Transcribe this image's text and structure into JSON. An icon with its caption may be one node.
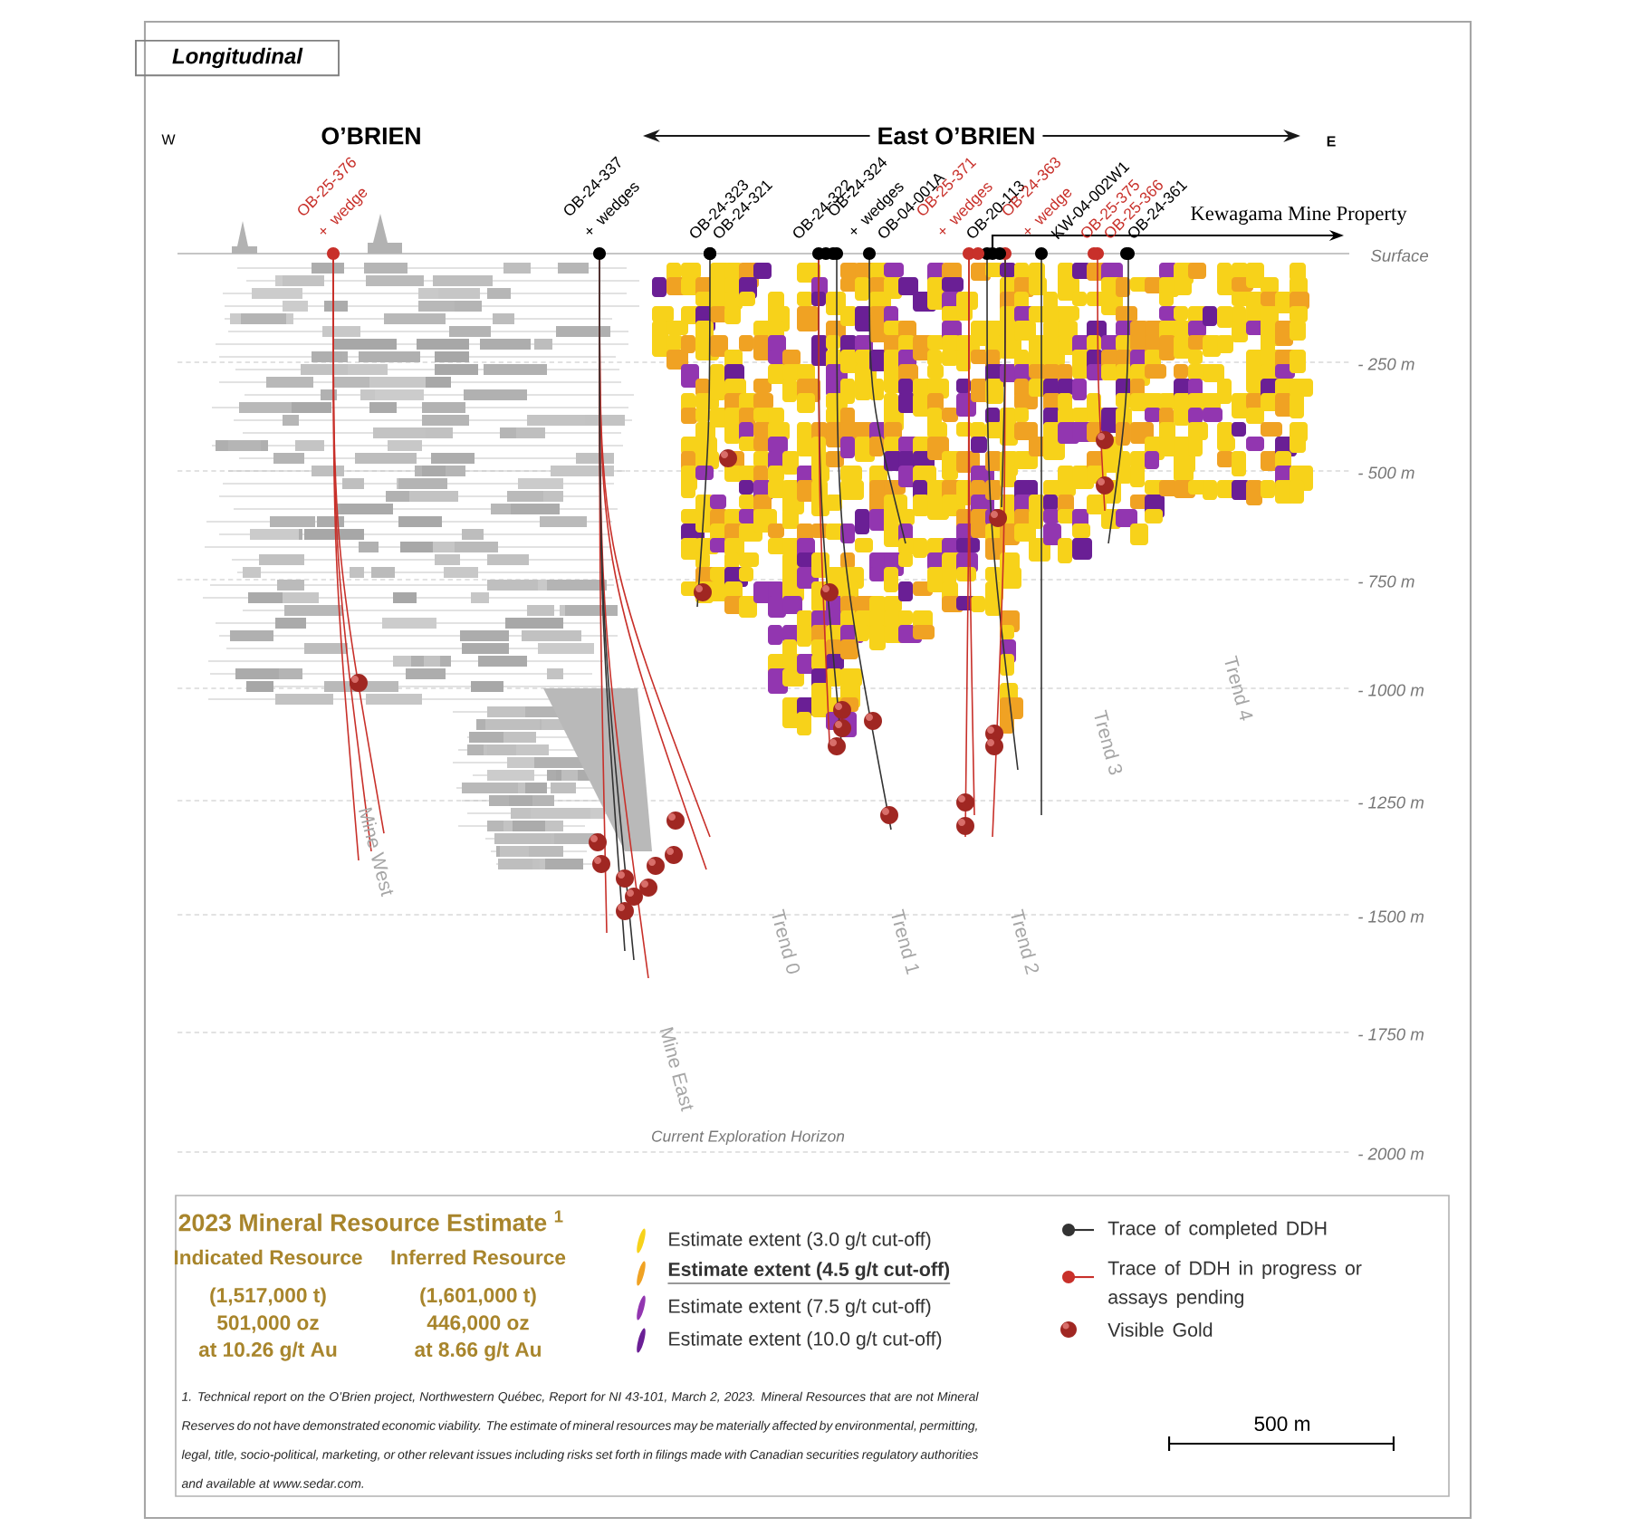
{
  "diagram": {
    "title": "Longitudinal",
    "labels": [
      "W",
      "O’BRIEN",
      "East O’BRIEN",
      "E",
      "OB-25-376 + wedge",
      "OB-24-337 + wedges",
      "OB-24-323",
      "OB-24-321",
      "OB-24-322",
      "OB-24-324 + wedges",
      "OB-04-001A",
      "OB-25-371 + wedges",
      "OB-20-113",
      "OB-24-363 + wedge",
      "KW-04-002W1",
      "OB-25-375",
      "OB-25-366",
      "OB-24-361",
      "Kewagama Mine Property",
      "Surface",
      "- 250 m",
      "- 500 m",
      "- 750 m",
      "- 1000 m",
      "- 1250 m",
      "- 1500 m",
      "- 1750 m",
      "- 2000 m",
      "Mine West",
      "Trend 3",
      "Trend 4",
      "Trend 0",
      "Trend 1",
      "Trend 2",
      "Mine East",
      "Current Exploration Horizon",
      "2023 Mineral Resource Estimate $^{1}$",
      "Indicated Resource",
      "Inferred Resource",
      "(1,517,000 t)",
      "(1,601,000 t)",
      "501,000 oz",
      "446,000 oz",
      "at 10.26 g/t Au",
      "at 8.66 g/t Au",
      "1. Technical report on the O’Brien project, Northwestern Québec, Report for NI 43-101, March 2, 2023. Mineral Resources that are not Mineral Reserves do not have demonstrated economic viability. The estimate of mineral resources may be materially affected by environmental, permitting, legal, title, socio-political, marketing, or other relevant issues including risks set forth in filings made with Canadian securities regulatory authorities and available at www.sedar.com.",
      "500 m"
    ],
    "legend": [
      {
        "text": "Estimate extent (3.0  g/t cut-off)",
        "color": "#f7d21a"
      },
      {
        "text": "Estimate extent (4.5 g/t cut-off)",
        "color": "#f0a223"
      },
      {
        "text": "Estimate extent (7.5 g/t cut-off)",
        "color": "#9236b0"
      },
      {
        "text": "Estimate extent (10.0 g/t cut-off)",
        "color": "#6a1f95"
      },
      {
        "text": "Trace of completed DDH"
      },
      {
        "text": "Trace of DDH in progress or assays pending"
      },
      {
        "text": "Visible Gold"
      }
    ]
  }
}
